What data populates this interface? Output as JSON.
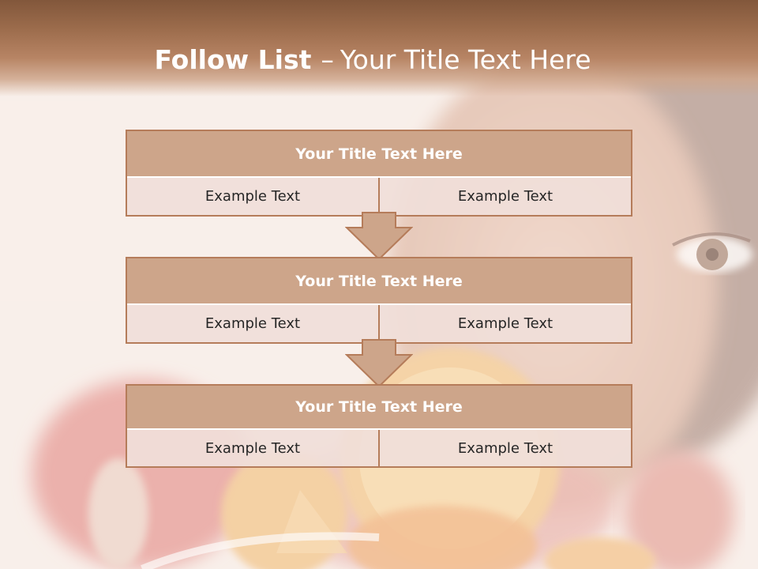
{
  "slide": {
    "title_bold": "Follow List",
    "title_separator": "–",
    "title_rest": "Your Title Text Here"
  },
  "blocks": [
    {
      "title": "Your Title Text Here",
      "left": "Example Text",
      "right": "Example Text"
    },
    {
      "title": "Your Title Text Here",
      "left": "Example Text",
      "right": "Example Text"
    },
    {
      "title": "Your Title Text Here",
      "left": "Example Text",
      "right": "Example Text"
    }
  ],
  "colors": {
    "title_band": "#82573b",
    "box_title_fill": "#cda58a",
    "box_border": "#b57c5a",
    "box_body_fill": "#f0ded9"
  }
}
